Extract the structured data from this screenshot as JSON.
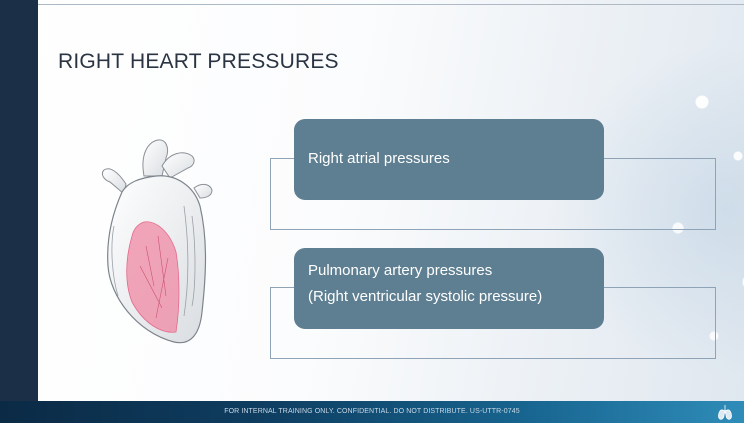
{
  "slide": {
    "title": "RIGHT HEART PRESSURES",
    "boxes": [
      {
        "lines": [
          "Right atrial pressures"
        ]
      },
      {
        "lines": [
          "Pulmonary artery pressures",
          "(Right ventricular systolic pressure)"
        ]
      }
    ],
    "footer": "FOR INTERNAL TRAINING ONLY. CONFIDENTIAL. DO NOT DISTRIBUTE. US-UTTR-0745"
  },
  "colors": {
    "sidebar": "#1b3047",
    "box_fill": "#5e7f91",
    "box_outline": "#8fa3b6",
    "title": "#2a3442",
    "heart_highlight": "#f08aa4",
    "footer": "#0e3d60"
  },
  "icons": [
    "heart-illustration",
    "lungs-icon"
  ]
}
